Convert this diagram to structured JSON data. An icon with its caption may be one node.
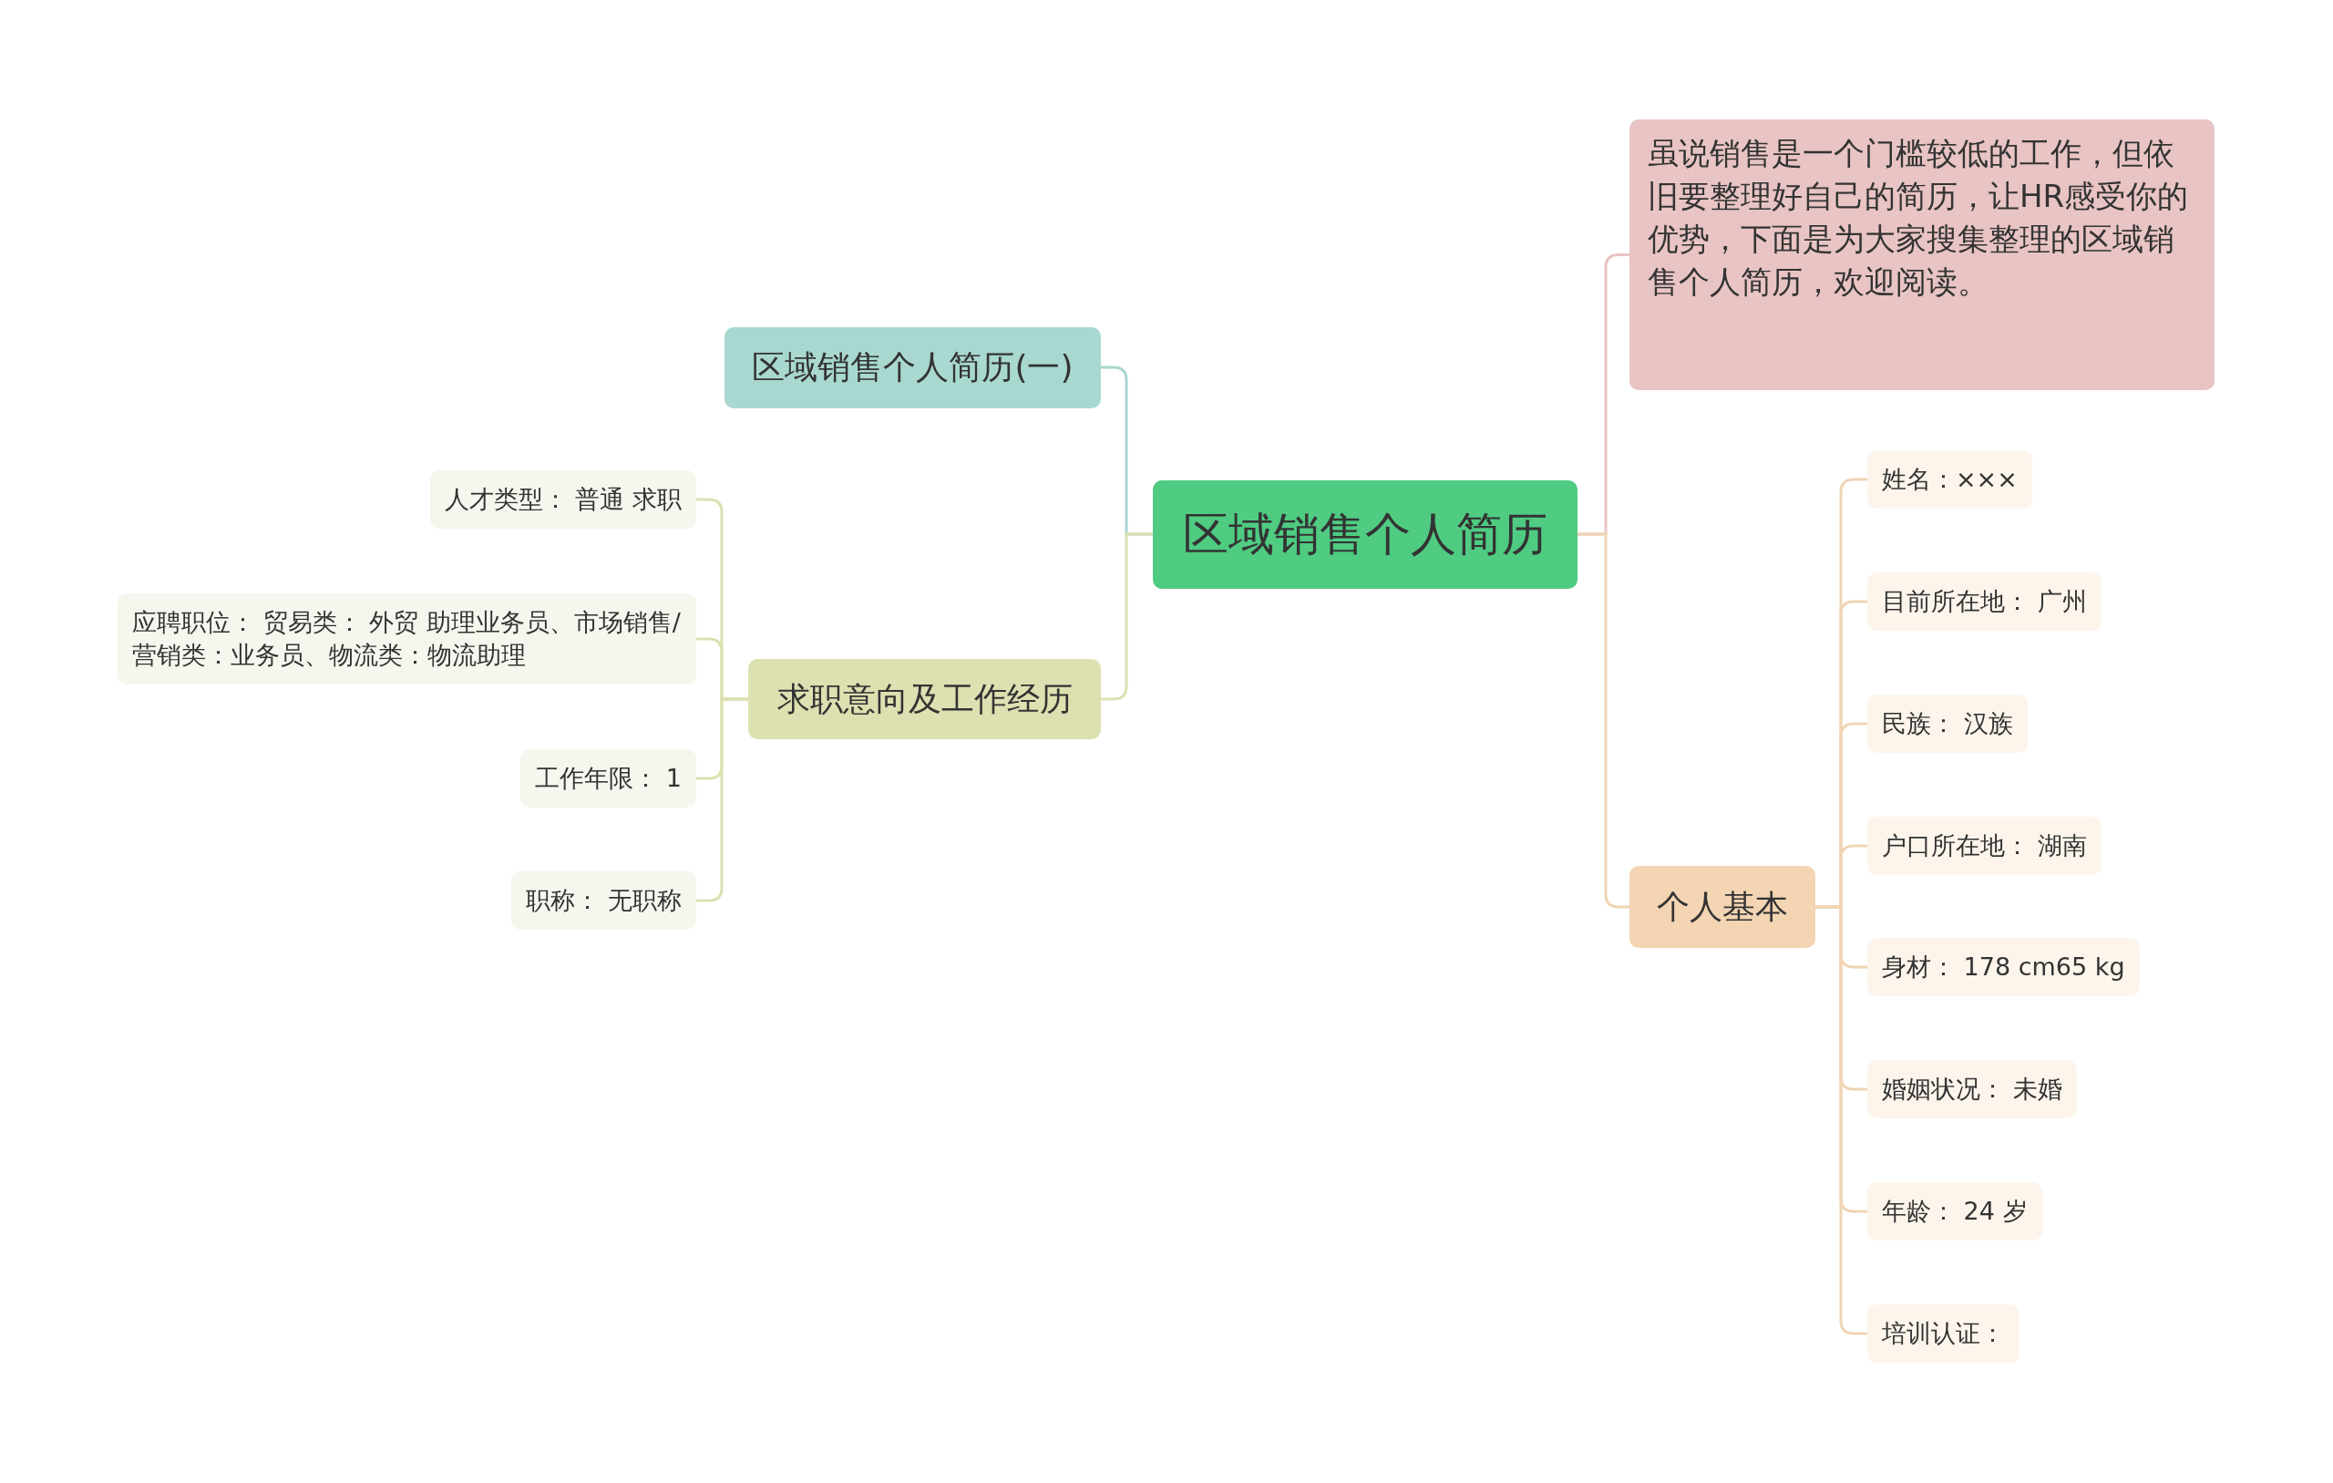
{
  "diagram": {
    "nodes": [
      {
        "text": [
          "区域销售个人简历"
        ]
      },
      {
        "text": [
          "区域销售个人简历(一)"
        ]
      },
      {
        "text": [
          "求职意向及工作经历"
        ]
      },
      {
        "text": [
          "人才类型： 普通 求职"
        ]
      },
      {
        "text": [
          "应聘职位： 贸易类： 外贸 助理业务员、市场销售/营销类：业务员、物流类：物流助理"
        ]
      },
      {
        "text": [
          "工作年限： 1"
        ]
      },
      {
        "text": [
          "职称： 无职称"
        ]
      },
      {
        "text": [
          "虽说销售是一个门槛较低的工作，但依旧要整理好自己的简历，让HR感受你的优势，下面是为大家搜集整理的区域销售个人简历，欢迎阅读。"
        ]
      },
      {
        "text": [
          "个人基本"
        ]
      },
      {
        "text": [
          "姓名：×××"
        ]
      },
      {
        "text": [
          "目前所在地： 广州"
        ]
      },
      {
        "text": [
          "民族： 汉族"
        ]
      },
      {
        "text": [
          "户口所在地： 湖南"
        ]
      },
      {
        "text": [
          "身材： 178 cm65 kg"
        ]
      },
      {
        "text": [
          "婚姻状况： 未婚"
        ]
      },
      {
        "text": [
          "年龄： 24 岁"
        ]
      },
      {
        "text": [
          "培训认证："
        ]
      }
    ],
    "edges": [
      {
        "from": 0,
        "to": 1,
        "arrow": "none",
        "color": "#a8d8cf"
      },
      {
        "from": 0,
        "to": 2,
        "arrow": "none",
        "color": "#dde0b0"
      },
      {
        "from": 2,
        "to": 3,
        "arrow": "none",
        "color": "#dde0b0"
      },
      {
        "from": 2,
        "to": 4,
        "arrow": "none",
        "color": "#dde0b0"
      },
      {
        "from": 2,
        "to": 5,
        "arrow": "none",
        "color": "#dde0b0"
      },
      {
        "from": 2,
        "to": 6,
        "arrow": "none",
        "color": "#dde0b0"
      },
      {
        "from": 0,
        "to": 7,
        "arrow": "none",
        "color": "#e8c4c4"
      },
      {
        "from": 0,
        "to": 8,
        "arrow": "none"
      },
      {
        "from": 8,
        "to": 9,
        "arrow": "none"
      },
      {
        "from": 8,
        "to": 10,
        "arrow": "none"
      },
      {
        "from": 8,
        "to": 11,
        "arrow": "none"
      },
      {
        "from": 8,
        "to": 12,
        "arrow": "none"
      },
      {
        "from": 8,
        "to": 13,
        "arrow": "none"
      },
      {
        "from": 8,
        "to": 14,
        "arrow": "none"
      },
      {
        "from": 8,
        "to": 15,
        "arrow": "none"
      },
      {
        "from": 8,
        "to": 16,
        "arrow": "none"
      }
    ]
  }
}
